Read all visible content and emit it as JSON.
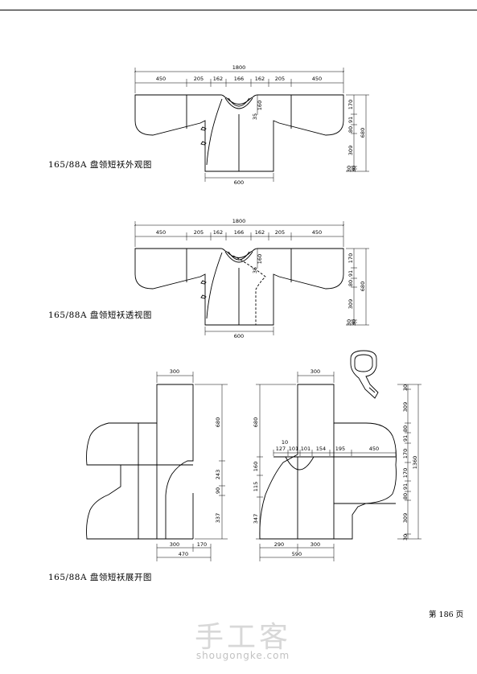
{
  "captions": {
    "front": "165/88A 盘领短袄外观图",
    "perspective": "165/88A 盘领短袄透视图",
    "flat": "165/88A 盘领短袄展开图"
  },
  "page_number": "第 186 页",
  "watermark": {
    "chinese": "手工客",
    "url": "shougongke.com"
  },
  "view1": {
    "top_total": "1800",
    "top_segments": [
      "450",
      "205",
      "162",
      "166",
      "162",
      "205",
      "450"
    ],
    "collar_depth": "160",
    "collar_offset": "35",
    "right_stack": [
      "170",
      "91",
      "80",
      "309",
      "30",
      "30"
    ],
    "right_total": "680",
    "bottom_width": "600"
  },
  "view2": {
    "top_total": "1800",
    "top_segments": [
      "450",
      "205",
      "162",
      "166",
      "162",
      "205",
      "450"
    ],
    "collar_depth": "160",
    "collar_offset": "35",
    "right_stack": [
      "170",
      "91",
      "80",
      "309",
      "30",
      "30"
    ],
    "right_total": "680",
    "bottom_width": "600"
  },
  "flat_left": {
    "top_width": "300",
    "right_upper": "680",
    "right_mid": "243",
    "right_small": "90",
    "right_lower": "337",
    "bottom_segments": [
      "300",
      "170"
    ],
    "bottom_total": "470"
  },
  "flat_right": {
    "top_width": "300",
    "left_upper": "680",
    "left_mid1": "160",
    "left_mid2": "115",
    "left_lower": "347",
    "inner_segments": [
      "127",
      "101",
      "101",
      "154",
      "195",
      "450"
    ],
    "inner_small": "10",
    "right_stack": [
      "30",
      "309",
      "80",
      "91",
      "170",
      "170",
      "91",
      "80",
      "309",
      "30"
    ],
    "right_total": "1360",
    "bottom_segments": [
      "290",
      "300"
    ],
    "bottom_total": "590"
  }
}
